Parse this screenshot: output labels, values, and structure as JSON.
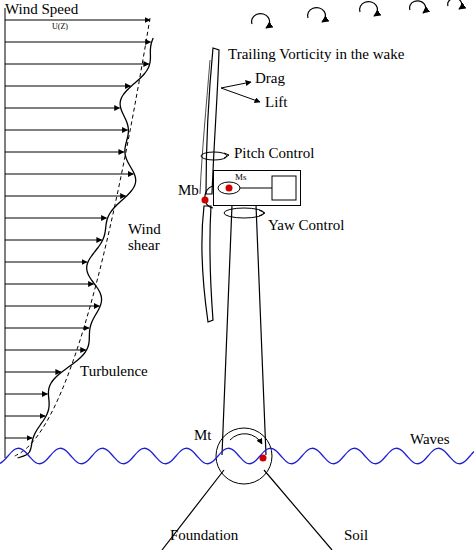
{
  "diagram": {
    "nodes": [
      {
        "text": [
          "Ms"
        ]
      }
    ],
    "labels": [
      "Wind Speed",
      "U(Z)",
      "Trailing Vorticity in the wake",
      "Drag",
      "Lift",
      "Pitch Control",
      "Mb",
      "Yaw Control",
      "Wind shear",
      "Turbulence",
      "Mt",
      "Waves",
      "Foundation",
      "Soil"
    ]
  }
}
